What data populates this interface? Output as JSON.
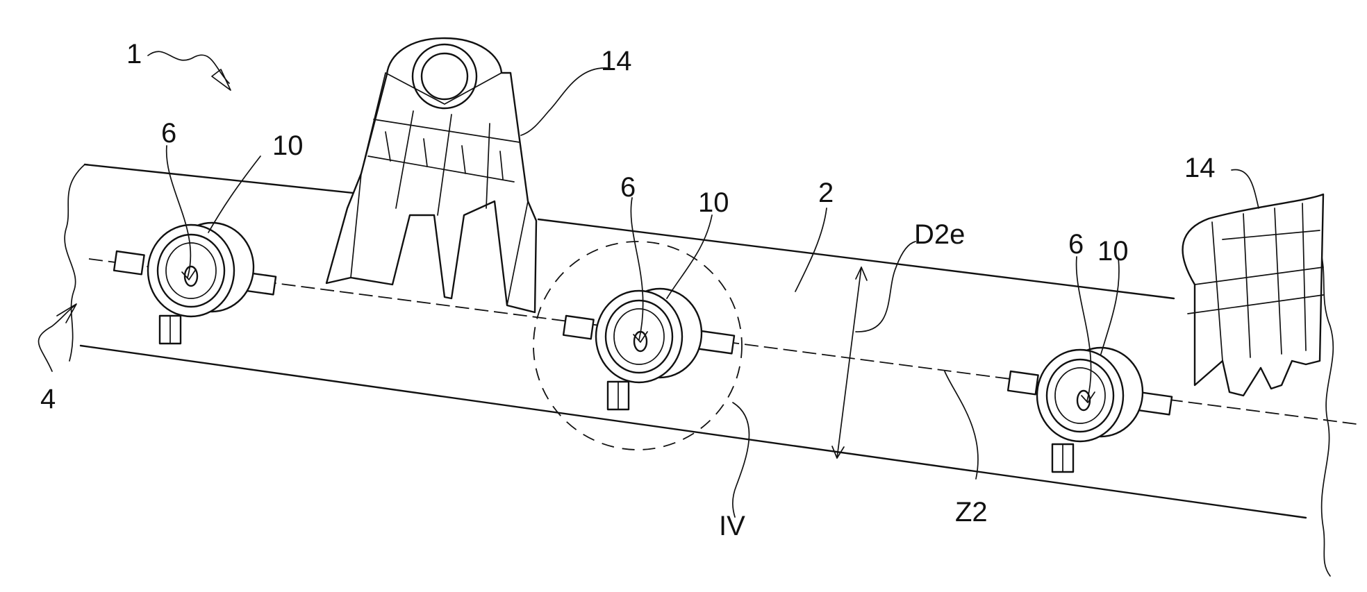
{
  "labels": {
    "assembly": "1",
    "pipe": "2",
    "section_end": "4",
    "injector_a": "6",
    "injector_b": "6",
    "injector_c": "6",
    "collar_a": "10",
    "collar_b": "10",
    "collar_c": "10",
    "support_a": "14",
    "support_b": "14",
    "diameter": "D2e",
    "detail": "IV",
    "axis": "Z2"
  },
  "colors": {
    "ink": "#111111",
    "paper": "#ffffff"
  }
}
